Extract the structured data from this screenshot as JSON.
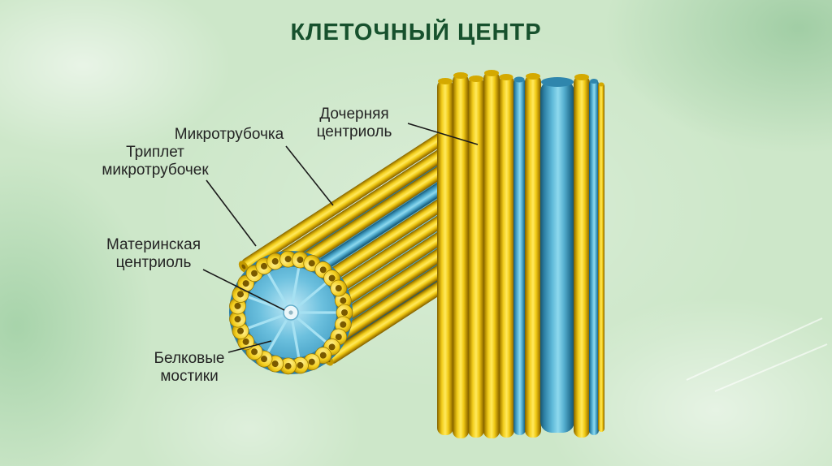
{
  "title": "КЛЕТОЧНЫЙ ЦЕНТР",
  "labels": {
    "daughter": "Дочерняя\nцентриоль",
    "microtubule": "Микротрубочка",
    "triplet": "Триплет\nмикротрубочек",
    "mother": "Материнская\nцентриоль",
    "bridges": "Белковые\nмостики"
  },
  "colors": {
    "background": "#cde7c9",
    "title": "#17512d",
    "label_text": "#242424",
    "tube_yellow": "#f2cf1a",
    "tube_blue": "#46a7cd",
    "leader_line": "#1a1a1a"
  }
}
